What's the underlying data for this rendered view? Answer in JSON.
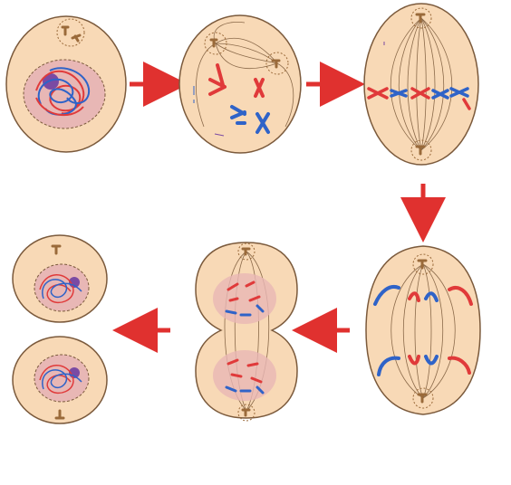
{
  "diagram": {
    "stages": [
      {
        "id": "interphase"
      },
      {
        "id": "prophase"
      },
      {
        "id": "metaphase"
      },
      {
        "id": "anaphase"
      },
      {
        "id": "telophase"
      },
      {
        "id": "cytokinesis"
      }
    ],
    "arrows": [
      {
        "from": "interphase",
        "to": "prophase",
        "direction": "right"
      },
      {
        "from": "prophase",
        "to": "metaphase",
        "direction": "right"
      },
      {
        "from": "metaphase",
        "to": "anaphase",
        "direction": "down"
      },
      {
        "from": "anaphase",
        "to": "telophase",
        "direction": "left"
      },
      {
        "from": "telophase",
        "to": "cytokinesis",
        "direction": "left"
      }
    ],
    "colors": {
      "cell_fill": "#f8d9b6",
      "cell_outline": "#7b5a3c",
      "nucleus_fill": "#e8b7b5",
      "chromosome_red": "#e03a3a",
      "chromosome_blue": "#2f63c8",
      "nucleolus": "#7a4aa3",
      "centrosome": "#9a6a3a",
      "arrow": "#e0312f",
      "spindle": "#8b6a4a"
    }
  }
}
